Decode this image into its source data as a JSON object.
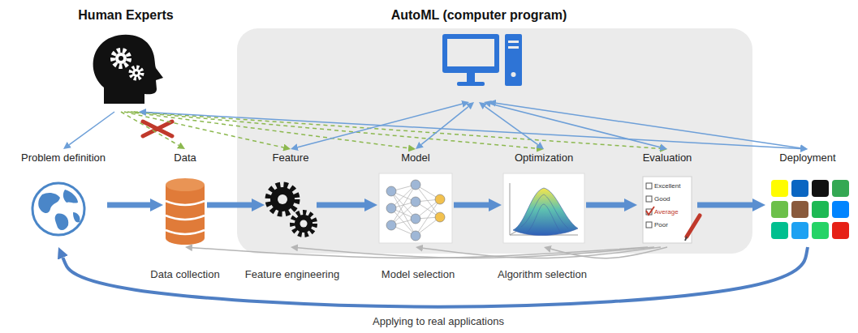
{
  "diagram": {
    "nodes": [
      {
        "text": [
          "Human Experts"
        ]
      },
      {
        "text": [
          "AutoML (computer program)"
        ]
      },
      {
        "text": [
          "Problem definition"
        ]
      },
      {
        "text": [
          "Data"
        ]
      },
      {
        "text": [
          "Feature"
        ]
      },
      {
        "text": [
          "Model"
        ]
      },
      {
        "text": [
          "Optimization"
        ]
      },
      {
        "text": [
          "Evaluation"
        ]
      },
      {
        "text": [
          "Deployment"
        ]
      }
    ],
    "edges": [
      {
        "from": 2,
        "to": 3,
        "arrow": "to"
      },
      {
        "from": 3,
        "to": 4,
        "arrow": "to"
      },
      {
        "from": 4,
        "to": 5,
        "arrow": "to"
      },
      {
        "from": 5,
        "to": 6,
        "arrow": "to"
      },
      {
        "from": 6,
        "to": 7,
        "arrow": "to"
      },
      {
        "from": 7,
        "to": 8,
        "arrow": "to"
      },
      {
        "from": 0,
        "to": 2,
        "arrow": "to"
      },
      {
        "from": 0,
        "to": 3,
        "arrow": "to"
      },
      {
        "from": 0,
        "to": 4,
        "arrow": "to"
      },
      {
        "from": 0,
        "to": 5,
        "arrow": "to"
      },
      {
        "from": 0,
        "to": 6,
        "arrow": "to"
      },
      {
        "from": 0,
        "to": 7,
        "arrow": "to"
      },
      {
        "from": 0,
        "to": 8,
        "arrow": "both"
      },
      {
        "from": 1,
        "to": 4,
        "arrow": "both"
      },
      {
        "from": 1,
        "to": 5,
        "arrow": "both"
      },
      {
        "from": 1,
        "to": 6,
        "arrow": "both"
      },
      {
        "from": 1,
        "to": 7,
        "arrow": "both"
      },
      {
        "from": 1,
        "to": 8,
        "arrow": "both"
      },
      {
        "from": 7,
        "to": 3,
        "arrow": "to"
      },
      {
        "from": 7,
        "to": 4,
        "arrow": "to"
      },
      {
        "from": 7,
        "to": 5,
        "arrow": "to"
      },
      {
        "from": 7,
        "to": 6,
        "arrow": "to"
      },
      {
        "from": 8,
        "to": 2,
        "label": "Applying to real applications",
        "arrow": "to"
      }
    ],
    "labels": [
      "Data collection",
      "Feature engineering",
      "Model selection",
      "Algorithm selection",
      "Excellent",
      "Good",
      "Average",
      "Poor"
    ]
  }
}
